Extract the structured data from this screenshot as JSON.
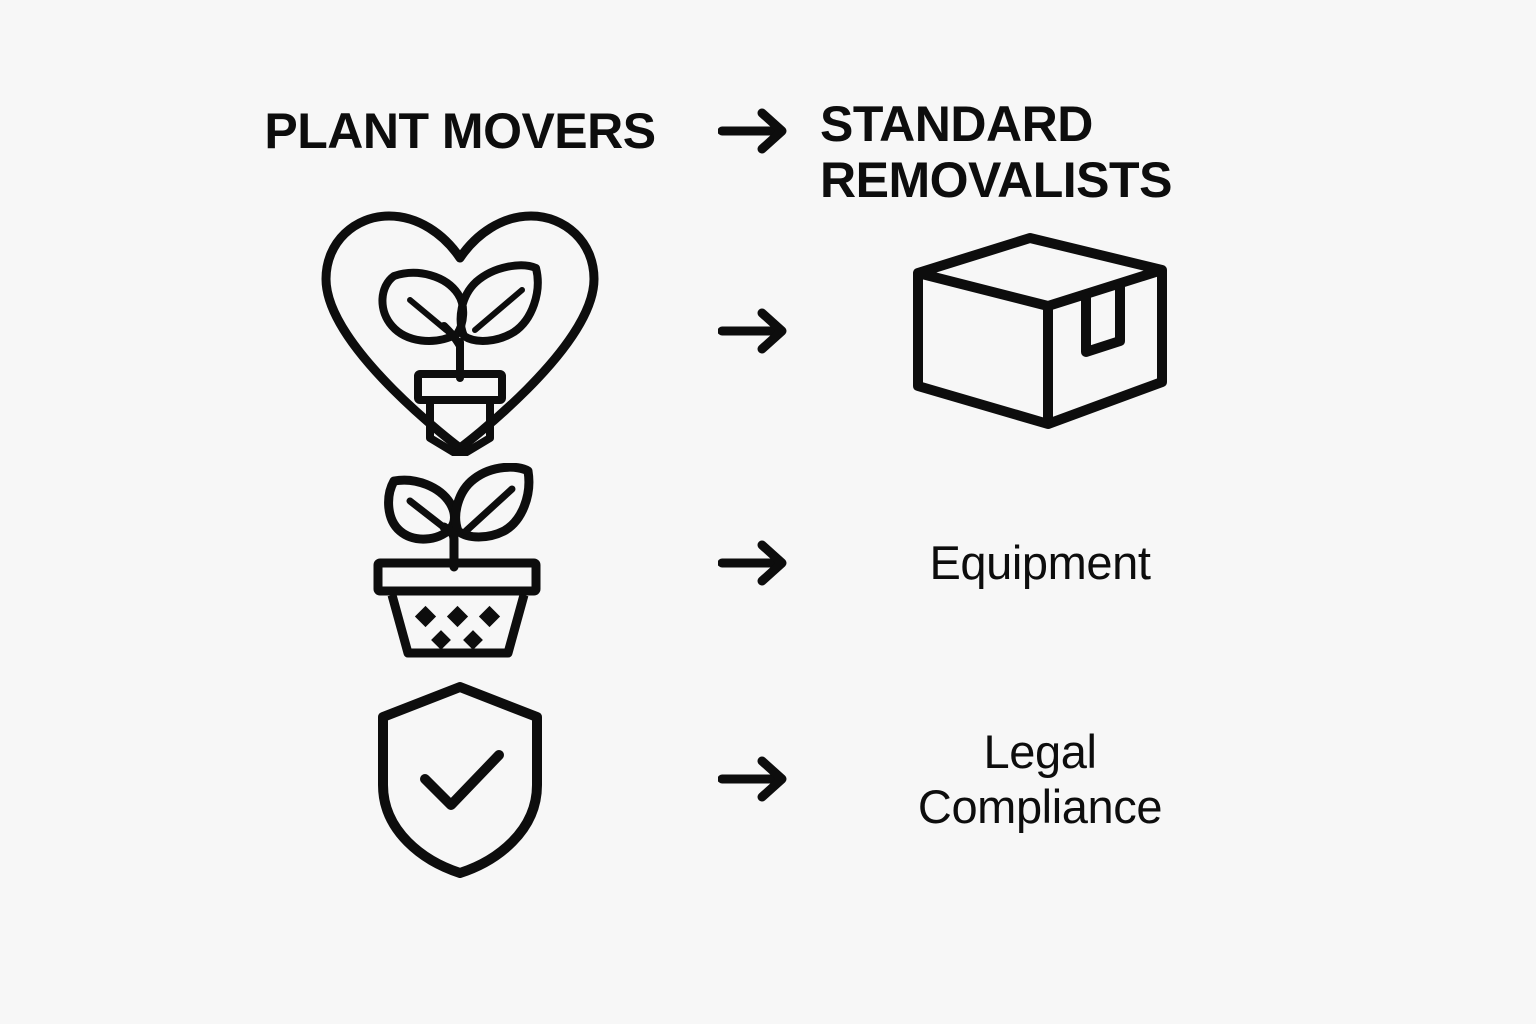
{
  "page": {
    "background_color": "#f7f7f7",
    "ink_color": "#0d0d0d"
  },
  "columns": {
    "left_heading": "PLANT MOVERS",
    "right_heading": "STANDARD\nREMOVALISTS"
  },
  "rows": [
    {
      "left_type": "heading",
      "left_label": "PLANT MOVERS",
      "arrow": "arrow-right",
      "right_type": "heading",
      "right_label": "STANDARD\nREMOVALISTS"
    },
    {
      "left_type": "icon",
      "left_icon": "heart-with-potted-plant-icon",
      "arrow": "arrow-right",
      "right_type": "icon",
      "right_icon": "cardboard-box-icon",
      "right_label": ""
    },
    {
      "left_type": "icon",
      "left_icon": "potted-plant-icon",
      "arrow": "arrow-right",
      "right_type": "text",
      "right_label": "Equipment"
    },
    {
      "left_type": "icon",
      "left_icon": "shield-check-icon",
      "arrow": "arrow-right",
      "right_type": "text",
      "right_label": "Legal\nCompliance"
    }
  ],
  "icons": {
    "heart_plant": "heart-with-potted-plant-icon",
    "box": "cardboard-box-icon",
    "plant": "potted-plant-icon",
    "shield": "shield-check-icon",
    "arrow": "arrow-right-icon"
  },
  "labels": {
    "equipment": "Equipment",
    "legal_compliance": "Legal\nCompliance"
  }
}
